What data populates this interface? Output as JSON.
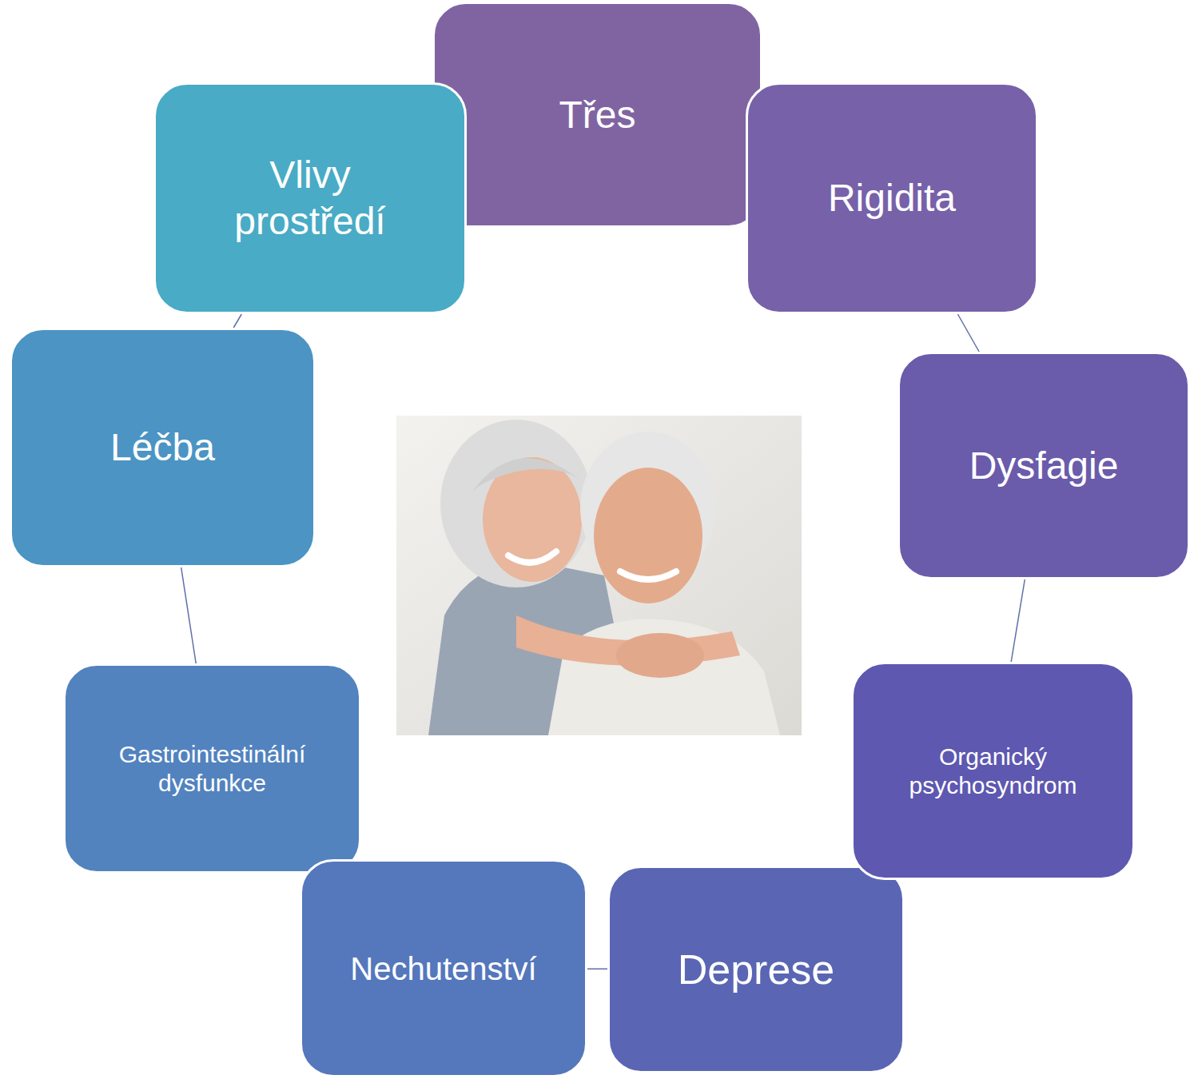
{
  "diagram": {
    "nodes": [
      {
        "text": [
          "Třes"
        ]
      },
      {
        "text": [
          "Rigidita"
        ]
      },
      {
        "text": [
          "Dysfagie"
        ]
      },
      {
        "text": [
          "Organický psychosyndrom"
        ]
      },
      {
        "text": [
          "Deprese"
        ]
      },
      {
        "text": [
          "Nechutenství"
        ]
      },
      {
        "text": [
          "Gastrointestinální dysfunkce"
        ]
      },
      {
        "text": [
          "Léčba"
        ]
      },
      {
        "text": [
          "Vlivy prostředí"
        ]
      }
    ],
    "edges": [
      {
        "from": 0,
        "to": 1,
        "arrow": "none"
      },
      {
        "from": 1,
        "to": 2,
        "arrow": "none"
      },
      {
        "from": 2,
        "to": 3,
        "arrow": "none"
      },
      {
        "from": 3,
        "to": 4,
        "arrow": "none"
      },
      {
        "from": 4,
        "to": 5,
        "arrow": "none"
      },
      {
        "from": 5,
        "to": 6,
        "arrow": "none"
      },
      {
        "from": 6,
        "to": 7,
        "arrow": "none"
      },
      {
        "from": 7,
        "to": 8,
        "arrow": "none"
      },
      {
        "from": 8,
        "to": 0,
        "arrow": "none"
      }
    ]
  }
}
